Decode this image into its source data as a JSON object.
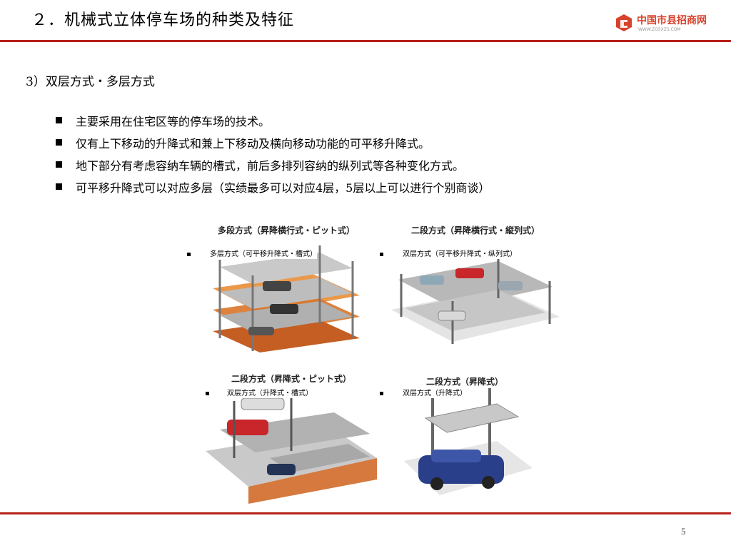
{
  "slide": {
    "title": "２．机械式立体停车场的种类及特征",
    "page_number": "5"
  },
  "logo": {
    "name": "中国市县招商网",
    "url": "WWW.ZGSXZS.COM",
    "color": "#d8422b"
  },
  "accent_color": "#b8201a",
  "section": {
    "heading": "3）双层方式・多层方式"
  },
  "bullets": [
    "主要采用在住宅区等的停车场的技术。",
    "仅有上下移动的升降式和兼上下移动及横向移动功能的可平移升降式。",
    "地下部分有考虑容纳车辆的槽式，前后多排列容纳的纵列式等各种变化方式。",
    "可平移升降式可以对应多层（实绩最多可以对应4层，5层以上可以进行个别商谈）"
  ],
  "figures": [
    {
      "image_header": "多段方式（昇降横行式・ピット式）",
      "caption": "多层方式（可平移升降式・槽式）"
    },
    {
      "image_header": "二段方式（昇降横行式・縦列式）",
      "caption": "双层方式（可平移升降式・纵列式）"
    },
    {
      "image_header": "二段方式（昇降式・ピット式）",
      "caption": "双层方式（升降式・槽式）"
    },
    {
      "image_header": "二段方式（昇降式）",
      "caption": "双层方式（升降式）"
    }
  ]
}
